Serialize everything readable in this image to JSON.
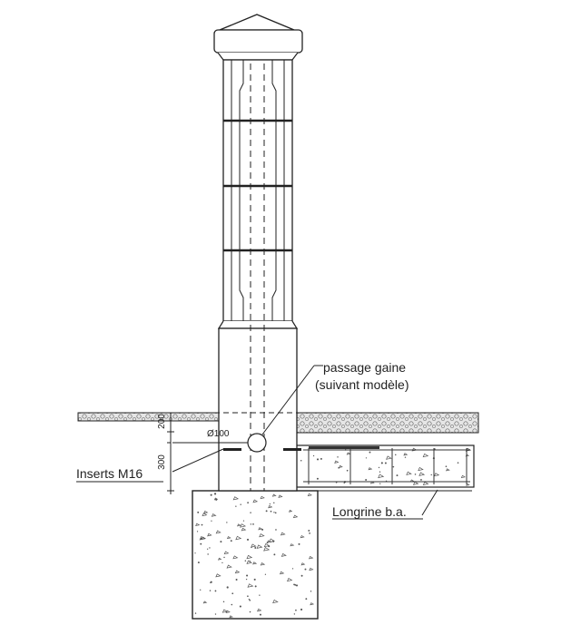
{
  "labels": {
    "passage_line1": "passage gaine",
    "passage_line2": "(suivant modèle)",
    "inserts": "Inserts M16",
    "longrine": "Longrine b.a.",
    "diameter": "Ø100"
  },
  "dimensions": {
    "top_layer": "200",
    "bottom_layer": "300"
  },
  "colors": {
    "line": "#222222",
    "concrete_fill": "#ffffff",
    "gravel_fill": "#e8e8e8",
    "speckle": "#555555"
  }
}
